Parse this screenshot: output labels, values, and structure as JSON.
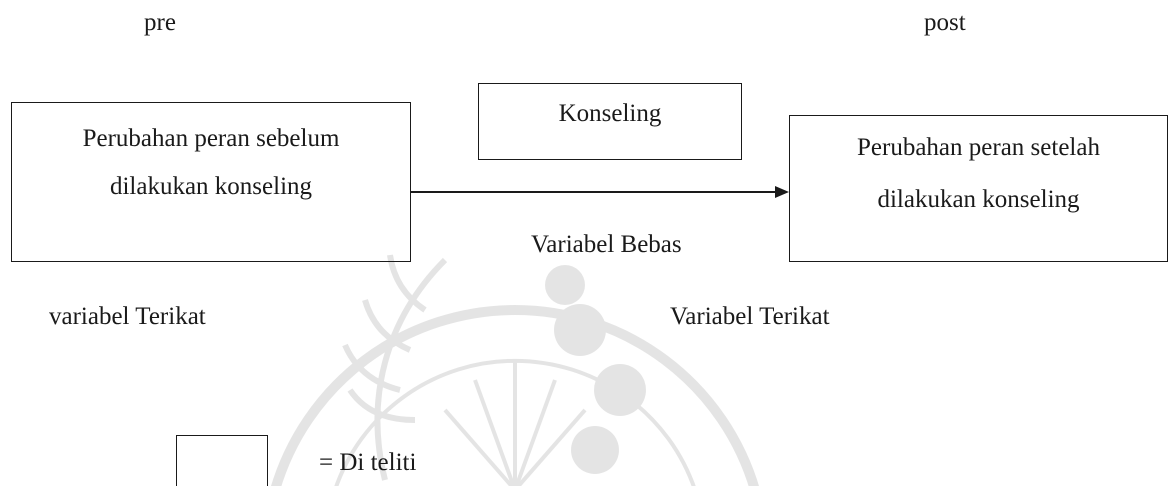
{
  "labels": {
    "pre": "pre",
    "post": "post"
  },
  "boxes": {
    "pre_line1": "Perubahan peran sebelum",
    "pre_line2": "dilakukan konseling",
    "treatment": "Konseling",
    "post_line1": "Perubahan peran setelah",
    "post_line2": "dilakukan konseling"
  },
  "variables": {
    "independent": "Variabel Bebas",
    "dependent_left": "variabel Terikat",
    "dependent_right": "Variabel Terikat"
  },
  "legend": {
    "text": "= Di teliti"
  },
  "colors": {
    "line": "#1a1a1a",
    "watermark": "#8a8a8a"
  }
}
